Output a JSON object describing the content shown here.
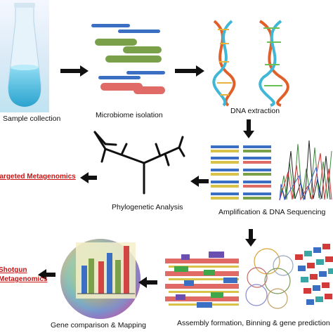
{
  "steps": {
    "sample_collection": "Sample collection",
    "microbiome_isolation": "Microbiome isolation",
    "dna_extraction": "DNA extraction",
    "amplification_sequencing": "Amplification & DNA Sequencing",
    "phylogenetic_analysis": "Phylogenetic Analysis",
    "assembly_binning": "Assembly formation, Binning & gene prediction",
    "gene_comparison": "Gene comparison & Mapping"
  },
  "outcomes": {
    "targeted": "Targeted Metagenomics",
    "shotgun_line1": "Shotgun",
    "shotgun_line2": "Metagenomics"
  },
  "colors": {
    "arrow": "#111111",
    "outcome_text": "#cc1111",
    "bar_blue": "#3a6fc4",
    "bar_green": "#7ba04a",
    "bar_red": "#e06a66",
    "flask_liquid": "#5ec8e6"
  }
}
